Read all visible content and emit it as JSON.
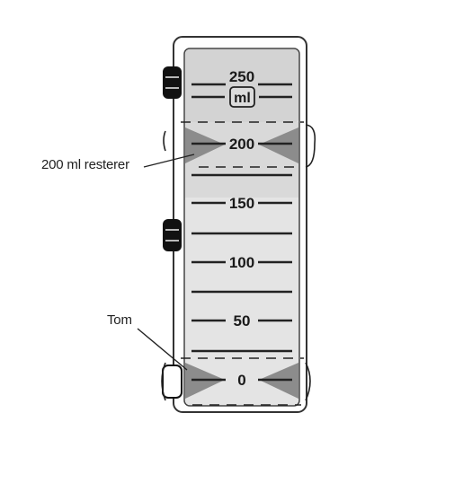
{
  "scale": {
    "unit_label": "ml",
    "marks": [
      "250",
      "200",
      "150",
      "100",
      "50",
      "0"
    ]
  },
  "callouts": {
    "remaining": "200 ml resterer",
    "empty": "Tom"
  },
  "colors": {
    "outline": "#333333",
    "fill_light": "#e4e4e4",
    "fill_top": "#d3d3d3",
    "marker_gray": "#8c8c8c",
    "label_box": "#dcdcdc"
  }
}
